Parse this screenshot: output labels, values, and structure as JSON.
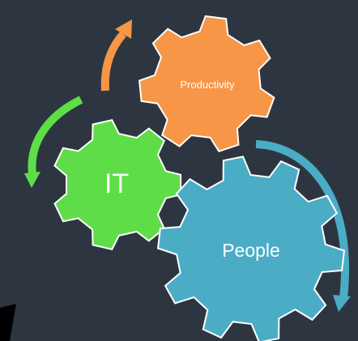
{
  "background": "#2d3640",
  "stroke_color": "#ffffff",
  "gears": [
    {
      "id": "productivity",
      "label": "Productivity",
      "fill": "#f79646",
      "teeth": 7
    },
    {
      "id": "it",
      "label": "IT",
      "fill": "#5fdd49",
      "teeth": 7
    },
    {
      "id": "people",
      "label": "People",
      "fill": "#4bacc6",
      "teeth": 10
    }
  ],
  "arrows": [
    {
      "id": "arrow-to-productivity",
      "color": "#f79646"
    },
    {
      "id": "arrow-to-it",
      "color": "#5fdd49"
    },
    {
      "id": "arrow-to-people",
      "color": "#4bacc6"
    }
  ]
}
